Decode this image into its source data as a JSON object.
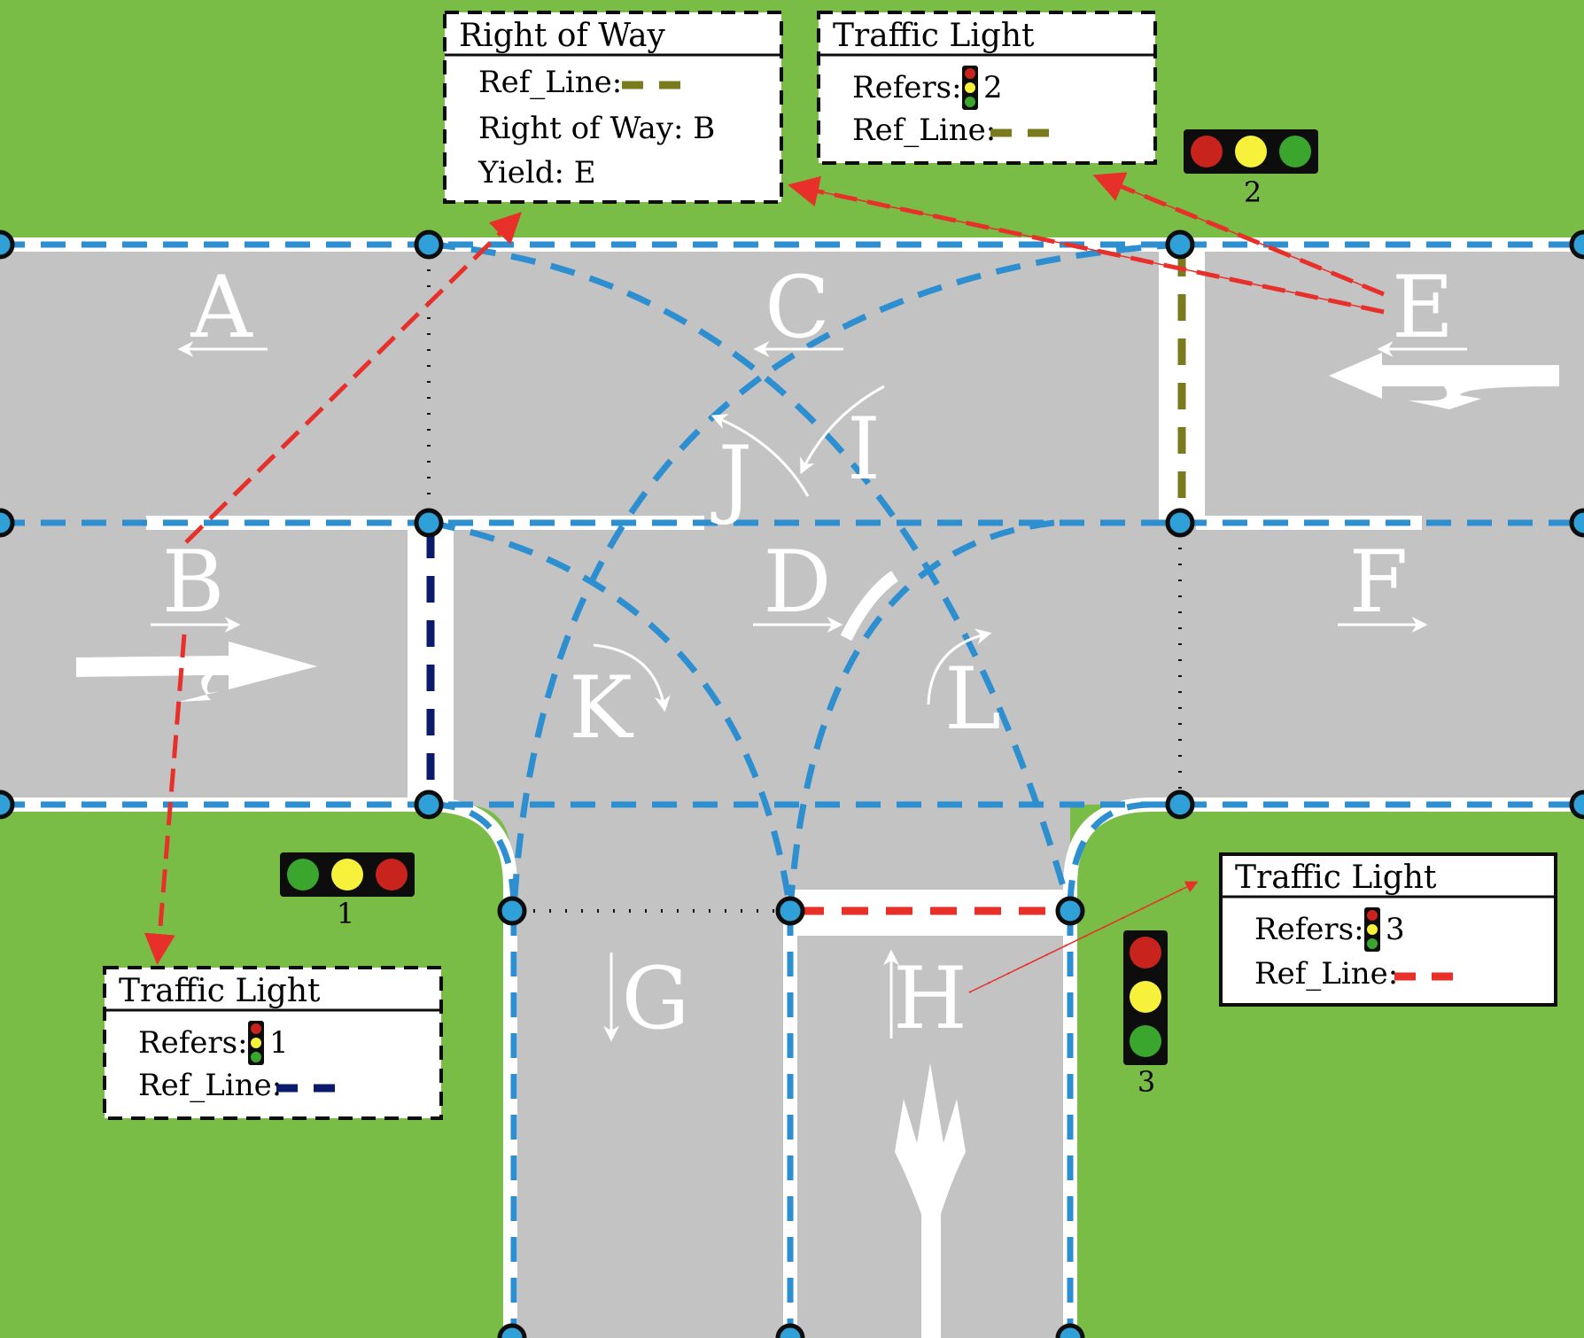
{
  "lanes": {
    "A": "A",
    "B": "B",
    "C": "C",
    "D": "D",
    "E": "E",
    "F": "F",
    "G": "G",
    "H": "H",
    "I": "I",
    "J": "J",
    "K": "K",
    "L": "L"
  },
  "traffic_lights": {
    "tl1_label": "1",
    "tl2_label": "2",
    "tl3_label": "3"
  },
  "boxes": {
    "right_of_way": {
      "title": "Right of Way",
      "ref_line": "Ref_Line:",
      "right_of_way": "Right of Way: B",
      "yield": "Yield: E"
    },
    "tl_box_top": {
      "title": "Traffic Light",
      "refers": "Refers:",
      "refers_num": "2",
      "ref_line": "Ref_Line:"
    },
    "tl_box_left": {
      "title": "Traffic Light",
      "refers": "Refers:",
      "refers_num": "1",
      "ref_line": "Ref_Line:"
    },
    "tl_box_right": {
      "title": "Traffic Light",
      "refers": "Refers:",
      "refers_num": "3",
      "ref_line": "Ref_Line:"
    }
  },
  "colors": {
    "grass": "#7abd46",
    "road": "#c3c3c3",
    "lane_blue": "#2e8fd0",
    "ref_navy": "#0b1a6b",
    "ref_olive": "#7a7a1e",
    "ref_red": "#e8302a",
    "arrow_red": "#e8302a",
    "light_red": "#c8231d",
    "light_yellow": "#f7f13c",
    "light_green": "#3aa62e"
  }
}
